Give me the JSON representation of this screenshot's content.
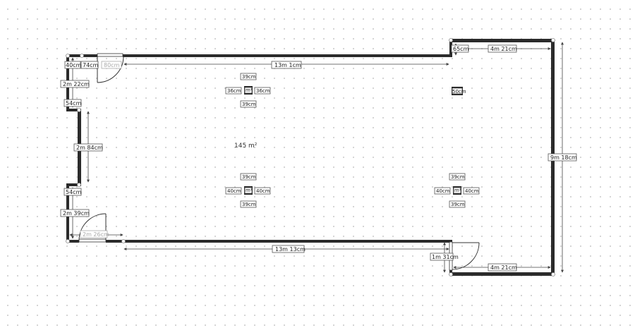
{
  "plan": {
    "area_label": "145 m²",
    "dimensions": {
      "top_wall": "13m 1cm",
      "bottom_wall": "13m 13cm",
      "right_wall": "9m 18cm",
      "top_right_ext": "4m 21cm",
      "bottom_right_ext": "4m 21cm",
      "notch_top": "65cm",
      "notch_bottom": "1m 31cm",
      "left_upper": "2m 22cm",
      "left_middle": "2m 84cm",
      "left_lower": "2m 39cm",
      "left_gap_upper": "54cm",
      "left_gap_lower": "54cm",
      "top_left_short": "40cm",
      "top_left_short_b": "74cm",
      "door_top": "80cm",
      "door_bottom": "2m 26cm"
    },
    "pillars": {
      "p1": {
        "top": "39cm",
        "bottom": "39cm",
        "left": "36cm",
        "right": "36cm",
        "center": "m²"
      },
      "p2": {
        "center": "50cm"
      },
      "p3": {
        "top": "39cm",
        "bottom": "39cm",
        "left": "40cm",
        "right": "40cm",
        "center": "m²"
      },
      "p4": {
        "top": "39cm",
        "bottom": "39cm",
        "left": "40cm",
        "right": "40cm",
        "center": "m²"
      }
    }
  }
}
